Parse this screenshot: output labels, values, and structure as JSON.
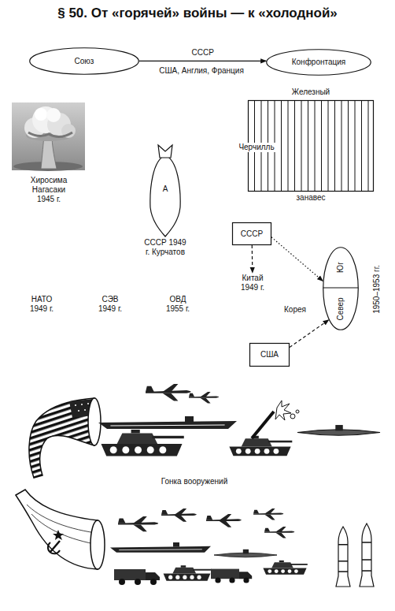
{
  "diagram": {
    "title": "§ 50. От «горячей» войны — к «холодной»",
    "nodes": [
      {
        "text": [
          "Союз"
        ]
      },
      {
        "text": [
          "Конфронтация"
        ]
      },
      {
        "text": [
          "Железный",
          "Черчилль",
          "занавес"
        ]
      },
      {
        "text": [
          "А",
          "СССР 1949 г. Курчатов"
        ]
      },
      {
        "text": [
          "СССР"
        ]
      },
      {
        "text": [
          "Китай 1949 г."
        ]
      },
      {
        "text": [
          "Корея"
        ]
      },
      {
        "text": [
          "Юг"
        ],
        "in": 6
      },
      {
        "text": [
          "Север"
        ],
        "in": 6
      },
      {
        "text": [
          "США"
        ]
      }
    ],
    "edges": [
      {
        "from": 0,
        "to": 1,
        "arrow": "to",
        "label": "СССР"
      },
      {
        "from": 4,
        "to": 5,
        "arrow": "to"
      },
      {
        "from": 4,
        "to": 6,
        "arrow": "to"
      },
      {
        "from": 9,
        "to": 6,
        "arrow": "to"
      }
    ],
    "labels": [
      "США, Англия, Франция",
      "Хиросима Нагасаки 1945 г.",
      "НАТО 1949 г.",
      "СЭВ 1949 г.",
      "ОВД 1955 г.",
      "1950–1953 гг.",
      "Гонка вооружений"
    ]
  }
}
